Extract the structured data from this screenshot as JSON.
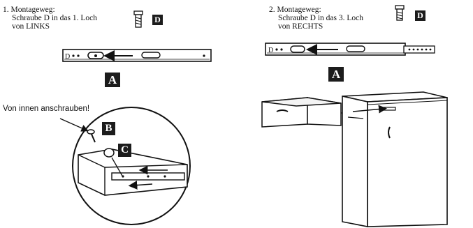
{
  "step1": {
    "lines": [
      "1. Montageweg:",
      "Schraube D in das 1. Loch",
      "von LINKS"
    ],
    "screw_badge": "D",
    "rail_badge": "A"
  },
  "step2": {
    "lines": [
      "2. Montageweg:",
      "Schraube D in das 3. Loch",
      "von RECHTS"
    ],
    "screw_badge": "D",
    "rail_badge": "A"
  },
  "detail": {
    "note": "Von innen anschrauben!",
    "badge_b": "B",
    "badge_c": "C"
  },
  "icons": [
    "screw-icon",
    "rail-icon",
    "drawer-icon",
    "cabinet-icon",
    "arrow-icon"
  ]
}
